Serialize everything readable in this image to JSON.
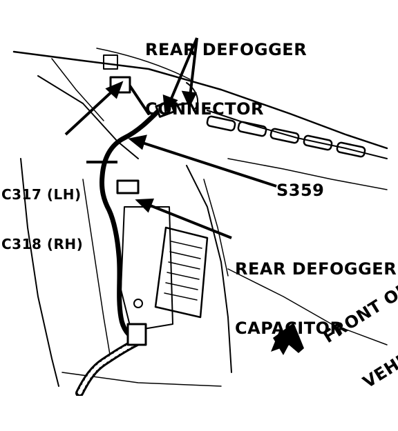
{
  "labels": {
    "rear_defogger_connector": [
      "REAR DEFOGGER",
      "CONNECTOR"
    ],
    "connectors": [
      "C317 (LH)",
      "C318 (RH)"
    ],
    "splice": "S359",
    "rear_defogger_capacitor": [
      "REAR DEFOGGER",
      "CAPACITOR"
    ],
    "front_of_vehicle": [
      "FRONT OF",
      "VEHICLE"
    ]
  },
  "colors": {
    "ink": "#000000",
    "paper": "#ffffff"
  },
  "icons": {
    "direction": "arrow-down-left-icon"
  }
}
